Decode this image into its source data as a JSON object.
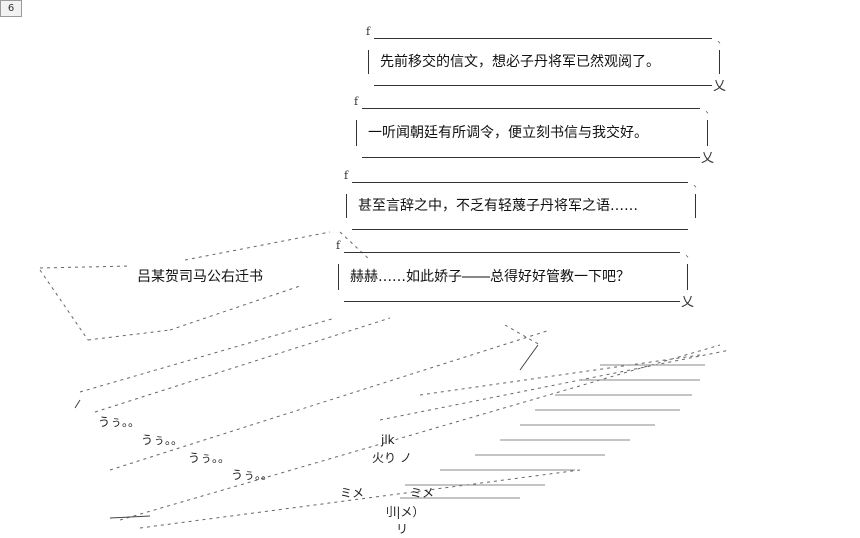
{
  "page_number": "6",
  "speech": [
    {
      "text": "先前移交的信文，想必子丹将军已然观阅了。"
    },
    {
      "text": "一听闻朝廷有所调令，便立刻书信与我交好。"
    },
    {
      "text": "甚至言辞之中，不乏有轻蔑子丹将军之语……"
    },
    {
      "text": "赫赫……如此娇子――总得好好管教一下吧？"
    }
  ],
  "letter_title": "吕某贺司马公右迁书",
  "sound_effects": [
    "うぅ。。",
    "うぅ。。",
    "うぅ。。",
    "うぅ。。"
  ],
  "art_fragments": [
    "jlk",
    "火り ノ",
    "ミメ",
    "ミメ",
    "刂l|メ）",
    "リ"
  ]
}
